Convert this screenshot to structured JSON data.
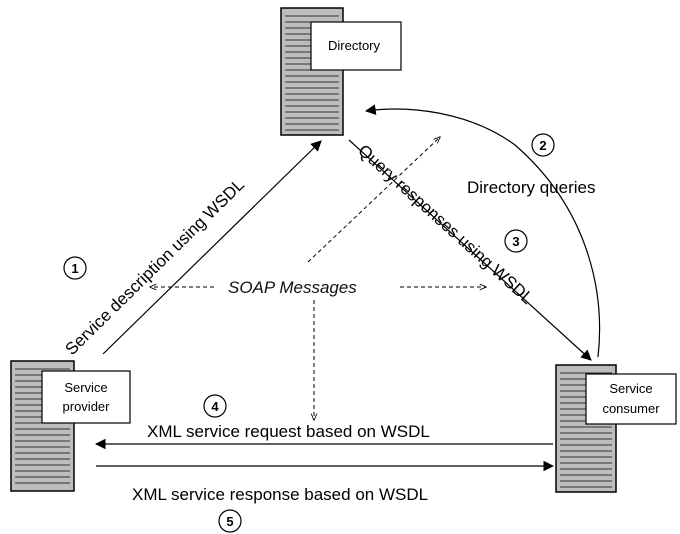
{
  "nodes": {
    "directory": {
      "label": "Directory"
    },
    "provider": {
      "label_line1": "Service",
      "label_line2": "provider"
    },
    "consumer": {
      "label_line1": "Service",
      "label_line2": "consumer"
    }
  },
  "labels": {
    "service_description": "Service description using WSDL",
    "query_responses": "Query responses using WSDL",
    "directory_queries": "Directory queries",
    "soap_messages": "SOAP Messages",
    "xml_request": "XML service request based on WSDL",
    "xml_response": "XML service response based on WSDL"
  },
  "steps": {
    "one": "1",
    "two": "2",
    "three": "3",
    "four": "4",
    "five": "5"
  }
}
